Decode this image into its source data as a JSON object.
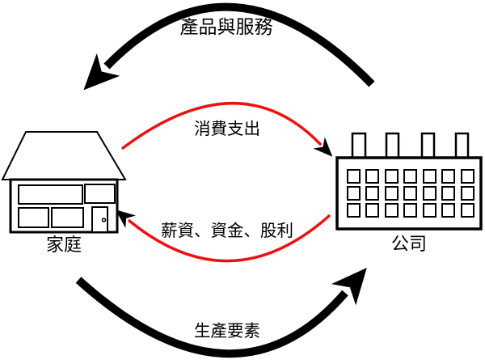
{
  "diagram": {
    "type": "circular-flow",
    "entities": {
      "household": {
        "label": "家庭",
        "icon": "house-icon"
      },
      "company": {
        "label": "公司",
        "icon": "factory-icon"
      }
    },
    "flows": [
      {
        "id": "products-services",
        "label": "產品與服務",
        "from": "公司",
        "to": "家庭",
        "color": "#000000",
        "style": "thick-arc-top"
      },
      {
        "id": "consumption",
        "label": "消費支出",
        "from": "家庭",
        "to": "公司",
        "color": "#ee1111",
        "style": "thin-arc"
      },
      {
        "id": "wages-funds-dividends",
        "label": "薪資、資金、股利",
        "from": "公司",
        "to": "家庭",
        "color": "#ee1111",
        "style": "thin-arc"
      },
      {
        "id": "production-factors",
        "label": "生產要素",
        "from": "家庭",
        "to": "公司",
        "color": "#000000",
        "style": "thick-arc-bottom"
      }
    ],
    "colors": {
      "arrow_black": "#000000",
      "arrow_red": "#ee1111",
      "background": "#ffffff"
    }
  }
}
